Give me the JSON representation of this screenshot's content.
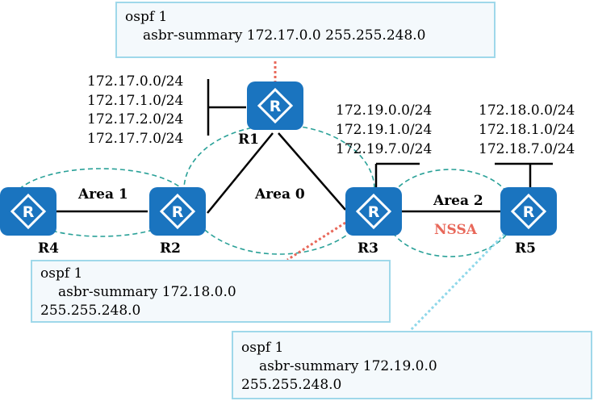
{
  "routers": {
    "r1": "R1",
    "r2": "R2",
    "r3": "R3",
    "r4": "R4",
    "r5": "R5"
  },
  "areas": {
    "area0": "Area 0",
    "area1": "Area 1",
    "area2": "Area 2",
    "area2_type": "NSSA"
  },
  "networks": {
    "r1": [
      "172.17.0.0/24",
      "172.17.1.0/24",
      "172.17.2.0/24",
      "172.17.7.0/24"
    ],
    "r3": [
      "172.19.0.0/24",
      "172.19.1.0/24",
      "172.19.7.0/24"
    ],
    "r5": [
      "172.18.0.0/24",
      "172.18.1.0/24",
      "172.18.7.0/24"
    ]
  },
  "callouts": {
    "top": {
      "line1": "ospf 1",
      "line2": "asbr-summary 172.17.0.0 255.255.248.0"
    },
    "r2": {
      "line1": "ospf 1",
      "line2": "asbr-summary 172.18.0.0",
      "line3": "255.255.248.0"
    },
    "r3": {
      "line1": "ospf 1",
      "line2": "asbr-summary 172.19.0.0",
      "line3": "255.255.248.0"
    }
  },
  "colors": {
    "router_fill": "#1a74bf",
    "area_border": "#2aa198",
    "callout_border": "#9fd8ea",
    "callout_fill": "#f4f9fc",
    "red_connector": "#e8685a",
    "blue_connector": "#8fd8ea",
    "nssa_text": "#e8685a"
  }
}
